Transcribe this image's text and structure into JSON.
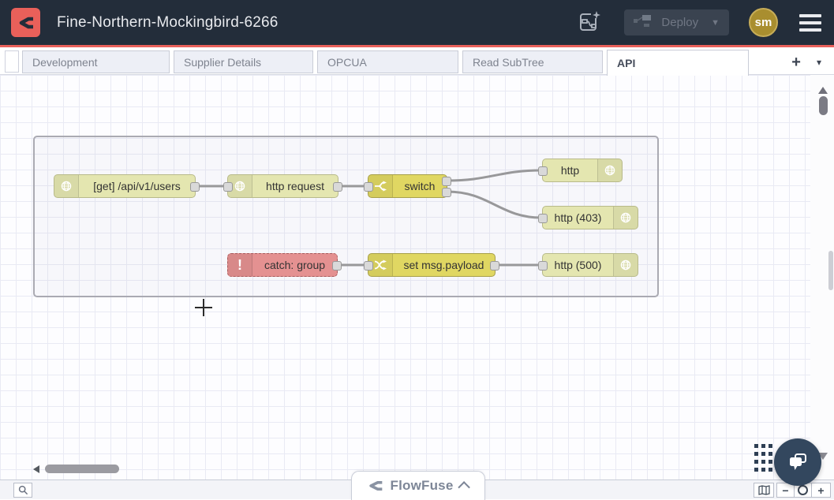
{
  "colors": {
    "accent_red": "#e9605a",
    "header_bg": "#232d3a",
    "node_pale_yellow": "#e4e6b0",
    "node_yellow": "#e0d762",
    "node_red": "#e49191",
    "chat_bg": "#33475e",
    "avatar_bg": "#a98e2f"
  },
  "header": {
    "title": "Fine-Northern-Mockingbird-6266",
    "deploy_label": "Deploy",
    "avatar_initials": "sm"
  },
  "tabs": {
    "items": [
      {
        "label": "Development"
      },
      {
        "label": "Supplier Details"
      },
      {
        "label": "OPCUA"
      },
      {
        "label": "Read SubTree"
      },
      {
        "label": "API"
      }
    ],
    "active": "API",
    "add_glyph": "+",
    "menu_glyph": "▾"
  },
  "flow": {
    "nodes": [
      {
        "label": "[get] /api/v1/users"
      },
      {
        "label": "http request"
      },
      {
        "label": "switch"
      },
      {
        "label": "http"
      },
      {
        "label": "http (403)"
      },
      {
        "label": "catch: group"
      },
      {
        "label": "set msg.payload"
      },
      {
        "label": "http (500)"
      }
    ],
    "catch_icon_glyph": "!"
  },
  "zoom_controls": {
    "minus": "−",
    "plus": "+"
  },
  "brand": {
    "label": "FlowFuse"
  }
}
